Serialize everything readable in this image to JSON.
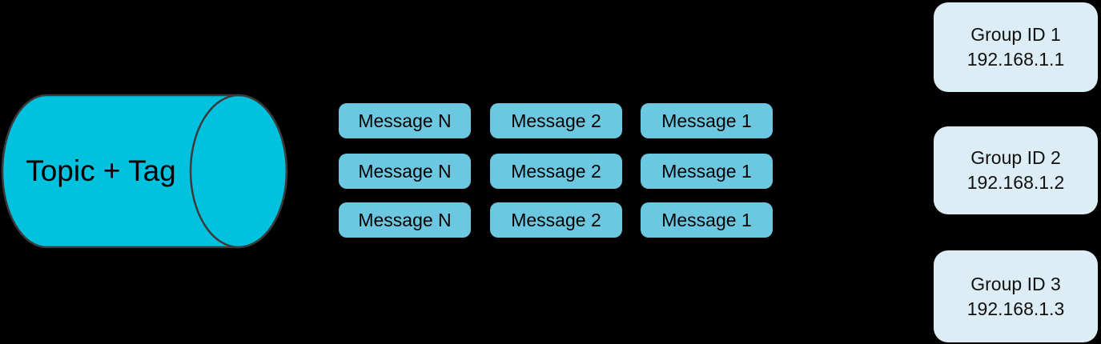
{
  "diagram": {
    "background_color": "#000000",
    "cylinder": {
      "label": "Topic + Tag",
      "fill_color": "#00C1DE",
      "stroke_color": "#3A3A3A"
    },
    "messages": {
      "fill_color": "#6CC8E1",
      "grid": [
        [
          "Message N",
          "Message 2",
          "Message 1"
        ],
        [
          "Message N",
          "Message 2",
          "Message 1"
        ],
        [
          "Message N",
          "Message 2",
          "Message 1"
        ]
      ]
    },
    "groups": {
      "fill_color": "#DCEDF5",
      "items": [
        {
          "title": "Group ID 1",
          "ip": "192.168.1.1"
        },
        {
          "title": "Group ID 2",
          "ip": "192.168.1.2"
        },
        {
          "title": "Group ID 3",
          "ip": "192.168.1.3"
        }
      ]
    }
  }
}
